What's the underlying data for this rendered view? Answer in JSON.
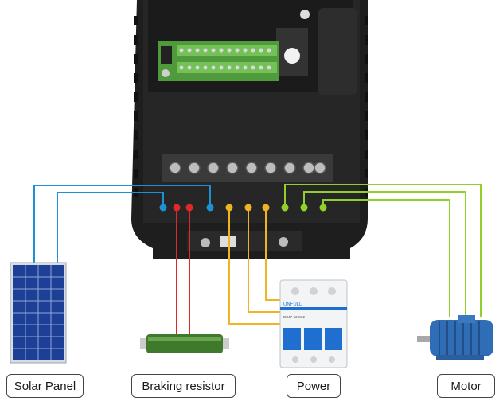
{
  "labels": {
    "solar_panel": "Solar Panel",
    "braking_resistor": "Braking resistor",
    "power": "Power",
    "motor": "Motor"
  },
  "breaker": {
    "brand": "UNFULL",
    "model": "DZ47-63 C32"
  },
  "wire_colors": {
    "solar": "#1e90d6",
    "braking": "#e0292b",
    "power": "#f0b323",
    "motor": "#8fd12a"
  },
  "terminals": [
    {
      "group": "solar",
      "color": "#1e90d6"
    },
    {
      "group": "braking",
      "color": "#e0292b"
    },
    {
      "group": "braking",
      "color": "#e0292b"
    },
    {
      "group": "solar",
      "color": "#1e90d6"
    },
    {
      "group": "power",
      "color": "#f0b323"
    },
    {
      "group": "power",
      "color": "#f0b323"
    },
    {
      "group": "power",
      "color": "#f0b323"
    },
    {
      "group": "motor",
      "color": "#8fd12a"
    },
    {
      "group": "motor",
      "color": "#8fd12a"
    },
    {
      "group": "motor",
      "color": "#8fd12a"
    }
  ]
}
